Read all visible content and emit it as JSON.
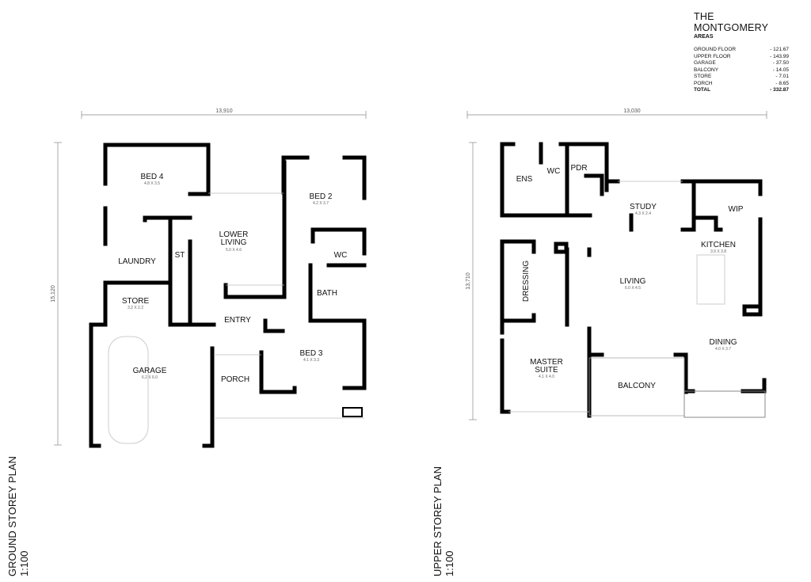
{
  "title": "THE MONTGOMERY",
  "subtitle": "AREAS",
  "areas": [
    {
      "label": "GROUND FLOOR",
      "value": "- 121.67"
    },
    {
      "label": "UPPER FLOOR",
      "value": "- 143.99"
    },
    {
      "label": "GARAGE",
      "value": "-   37.50"
    },
    {
      "label": "BALCONY",
      "value": "-   14.05"
    },
    {
      "label": "STORE",
      "value": "-     7.01"
    },
    {
      "label": "PORCH",
      "value": "-     8.65"
    },
    {
      "label": "TOTAL",
      "value": "- 332.87"
    }
  ],
  "ground": {
    "title": "GROUND STOREY PLAN",
    "scale": "1:100",
    "dim_width": "13,910",
    "dim_height": "15,120",
    "rooms": {
      "bed4": {
        "name": "BED 4",
        "size": "4.8 X 3.5"
      },
      "bed2": {
        "name": "BED 2",
        "size": "4.2 X 3.7"
      },
      "lower_living": {
        "name1": "LOWER",
        "name2": "LIVING",
        "size": "5.0 X 4.6"
      },
      "laundry": {
        "name": "LAUNDRY"
      },
      "st": {
        "name": "ST"
      },
      "wc": {
        "name": "WC"
      },
      "bath": {
        "name": "BATH"
      },
      "store": {
        "name": "STORE",
        "size": "3.2 X 2.2"
      },
      "entry": {
        "name": "ENTRY"
      },
      "bed3": {
        "name": "BED 3",
        "size": "4.1 X 3.3"
      },
      "garage": {
        "name": "GARAGE",
        "size": "6.2 X 6.0"
      },
      "porch": {
        "name": "PORCH"
      }
    }
  },
  "upper": {
    "title": "UPPER STOREY PLAN",
    "scale": "1:100",
    "dim_width": "13,030",
    "dim_height": "13,710",
    "rooms": {
      "ens": {
        "name": "ENS"
      },
      "wc": {
        "name": "WC"
      },
      "pdr": {
        "name": "PDR"
      },
      "study": {
        "name": "STUDY",
        "size": "4.3 X 2.4"
      },
      "wip": {
        "name": "WIP"
      },
      "kitchen": {
        "name": "KITCHEN",
        "size": "3.9 X 3.8"
      },
      "dressing": {
        "name": "DRESSING"
      },
      "living": {
        "name": "LIVING",
        "size": "6.0 X 4.5"
      },
      "dining": {
        "name": "DINING",
        "size": "4.0 X 3.7"
      },
      "master": {
        "name1": "MASTER",
        "name2": "SUITE",
        "size": "4.1 X 4.0"
      },
      "balcony": {
        "name": "BALCONY"
      }
    }
  }
}
